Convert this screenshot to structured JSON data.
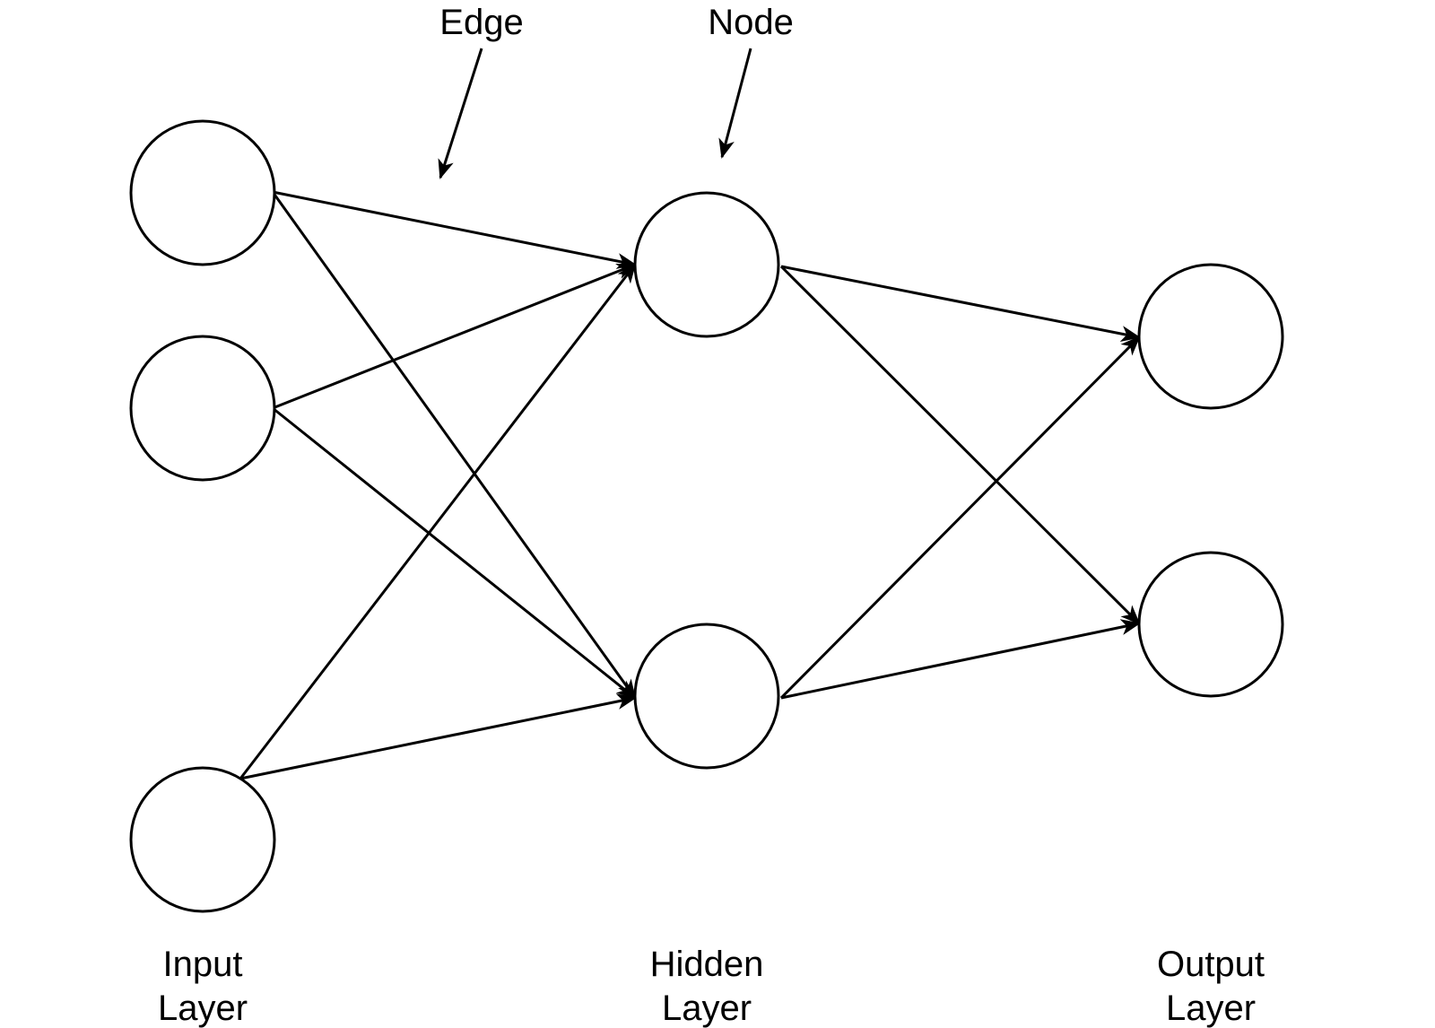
{
  "annotations": {
    "edge": "Edge",
    "node": "Node"
  },
  "layers": {
    "input": {
      "line1": "Input",
      "line2": "Layer"
    },
    "hidden": {
      "line1": "Hidden",
      "line2": "Layer"
    },
    "output": {
      "line1": "Output",
      "line2": "Layer"
    }
  },
  "colors": {
    "stroke": "#000000",
    "background": "#ffffff"
  }
}
